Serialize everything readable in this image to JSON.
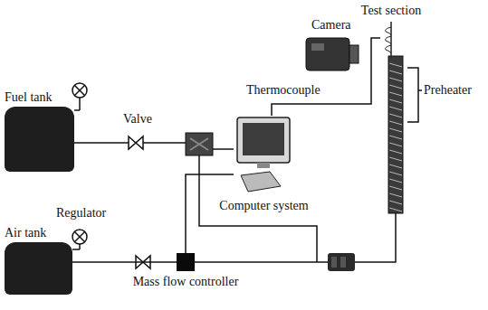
{
  "diagram": {
    "nodes": [
      {
        "text": [
          "Fuel tank"
        ]
      },
      {
        "text": [
          "Air tank"
        ]
      },
      {
        "text": [
          "Mass flow controller"
        ]
      },
      {
        "text": [
          "Computer system"
        ]
      },
      {
        "text": [
          "Test section"
        ]
      }
    ],
    "edges": [
      {
        "from": 1,
        "to": 2,
        "arrow": "none"
      },
      {
        "from": 2,
        "to": 3,
        "arrow": "none"
      },
      {
        "from": 4,
        "to": 3,
        "arrow": "none"
      }
    ],
    "labels": [
      "Valve",
      "Regulator",
      "Thermocouple",
      "Camera",
      "Preheater"
    ]
  }
}
